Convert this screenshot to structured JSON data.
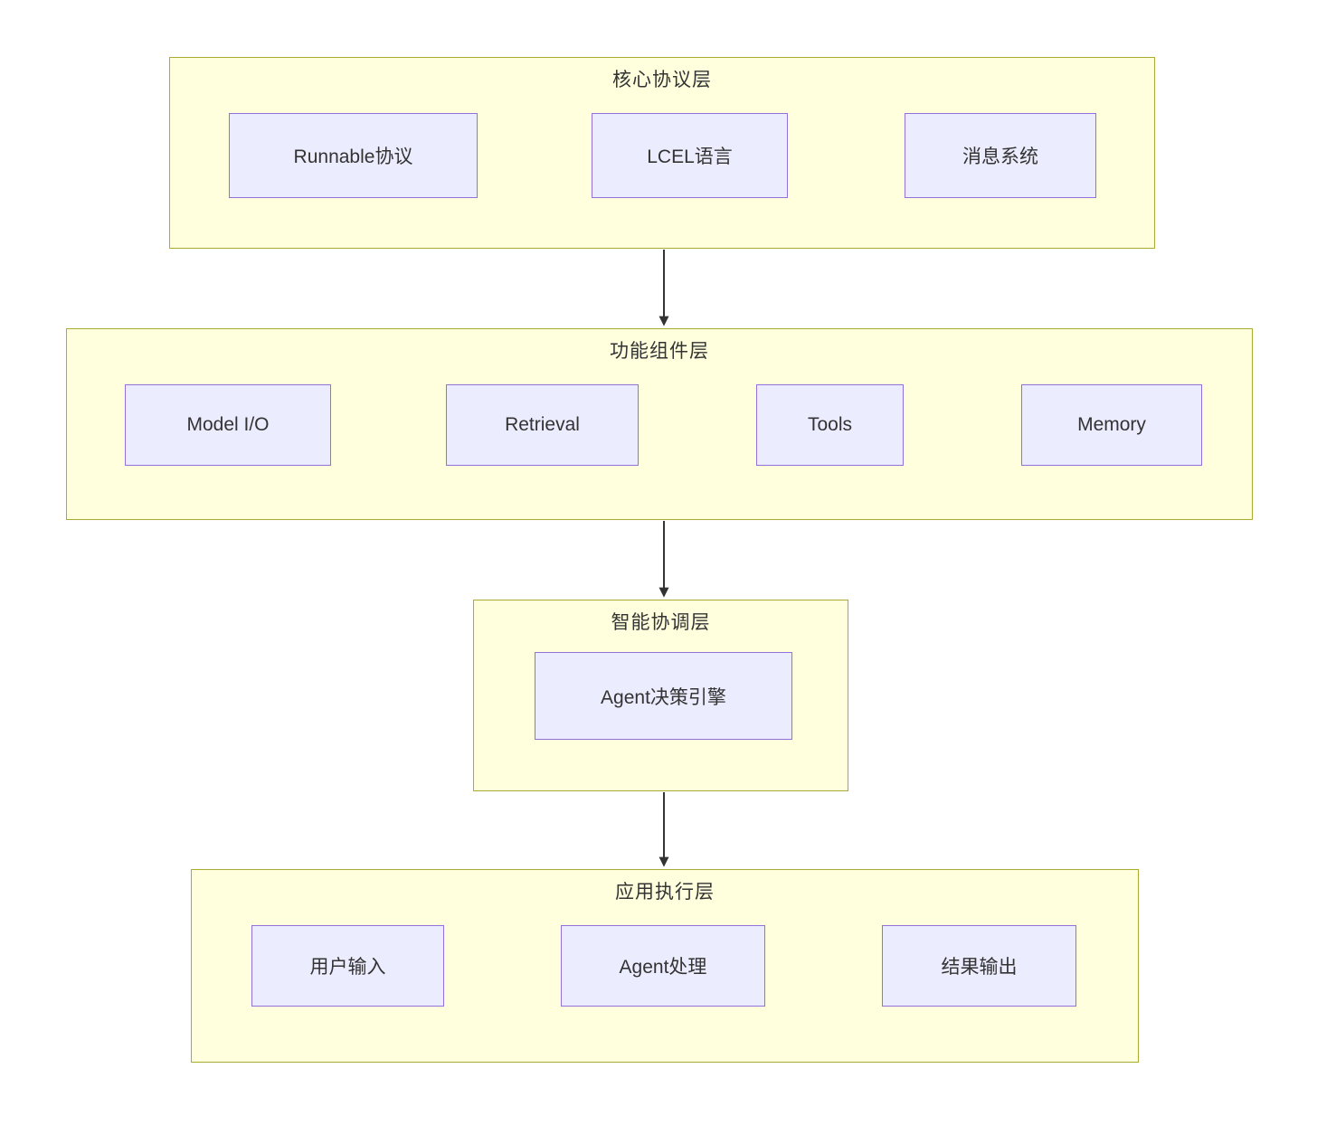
{
  "diagram": {
    "type": "flowchart",
    "direction": "top-down",
    "colors": {
      "cluster_fill": "#ffffde",
      "cluster_border": "#aaaa33",
      "node_fill": "#ECECFF",
      "node_border": "#9370DB",
      "edge_color": "#333333",
      "text_color": "#333333",
      "background": "#ffffff"
    },
    "layers": [
      {
        "title": "核心协议层",
        "nodes": [
          {
            "label": "Runnable协议"
          },
          {
            "label": "LCEL语言"
          },
          {
            "label": "消息系统"
          }
        ]
      },
      {
        "title": "功能组件层",
        "nodes": [
          {
            "label": "Model I/O"
          },
          {
            "label": "Retrieval"
          },
          {
            "label": "Tools"
          },
          {
            "label": "Memory"
          }
        ]
      },
      {
        "title": "智能协调层",
        "nodes": [
          {
            "label": "Agent决策引擎"
          }
        ]
      },
      {
        "title": "应用执行层",
        "nodes": [
          {
            "label": "用户输入"
          },
          {
            "label": "Agent处理"
          },
          {
            "label": "结果输出"
          }
        ]
      }
    ],
    "edges": [
      {
        "from": "Runnable协议",
        "to": "LCEL语言"
      },
      {
        "from": "LCEL语言",
        "to": "消息系统"
      },
      {
        "from": "核心协议层",
        "to": "功能组件层"
      },
      {
        "from": "Model I/O",
        "to": "Retrieval"
      },
      {
        "from": "Retrieval",
        "to": "Tools"
      },
      {
        "from": "Tools",
        "to": "Memory"
      },
      {
        "from": "功能组件层",
        "to": "智能协调层"
      },
      {
        "from": "智能协调层",
        "to": "应用执行层"
      }
    ]
  }
}
